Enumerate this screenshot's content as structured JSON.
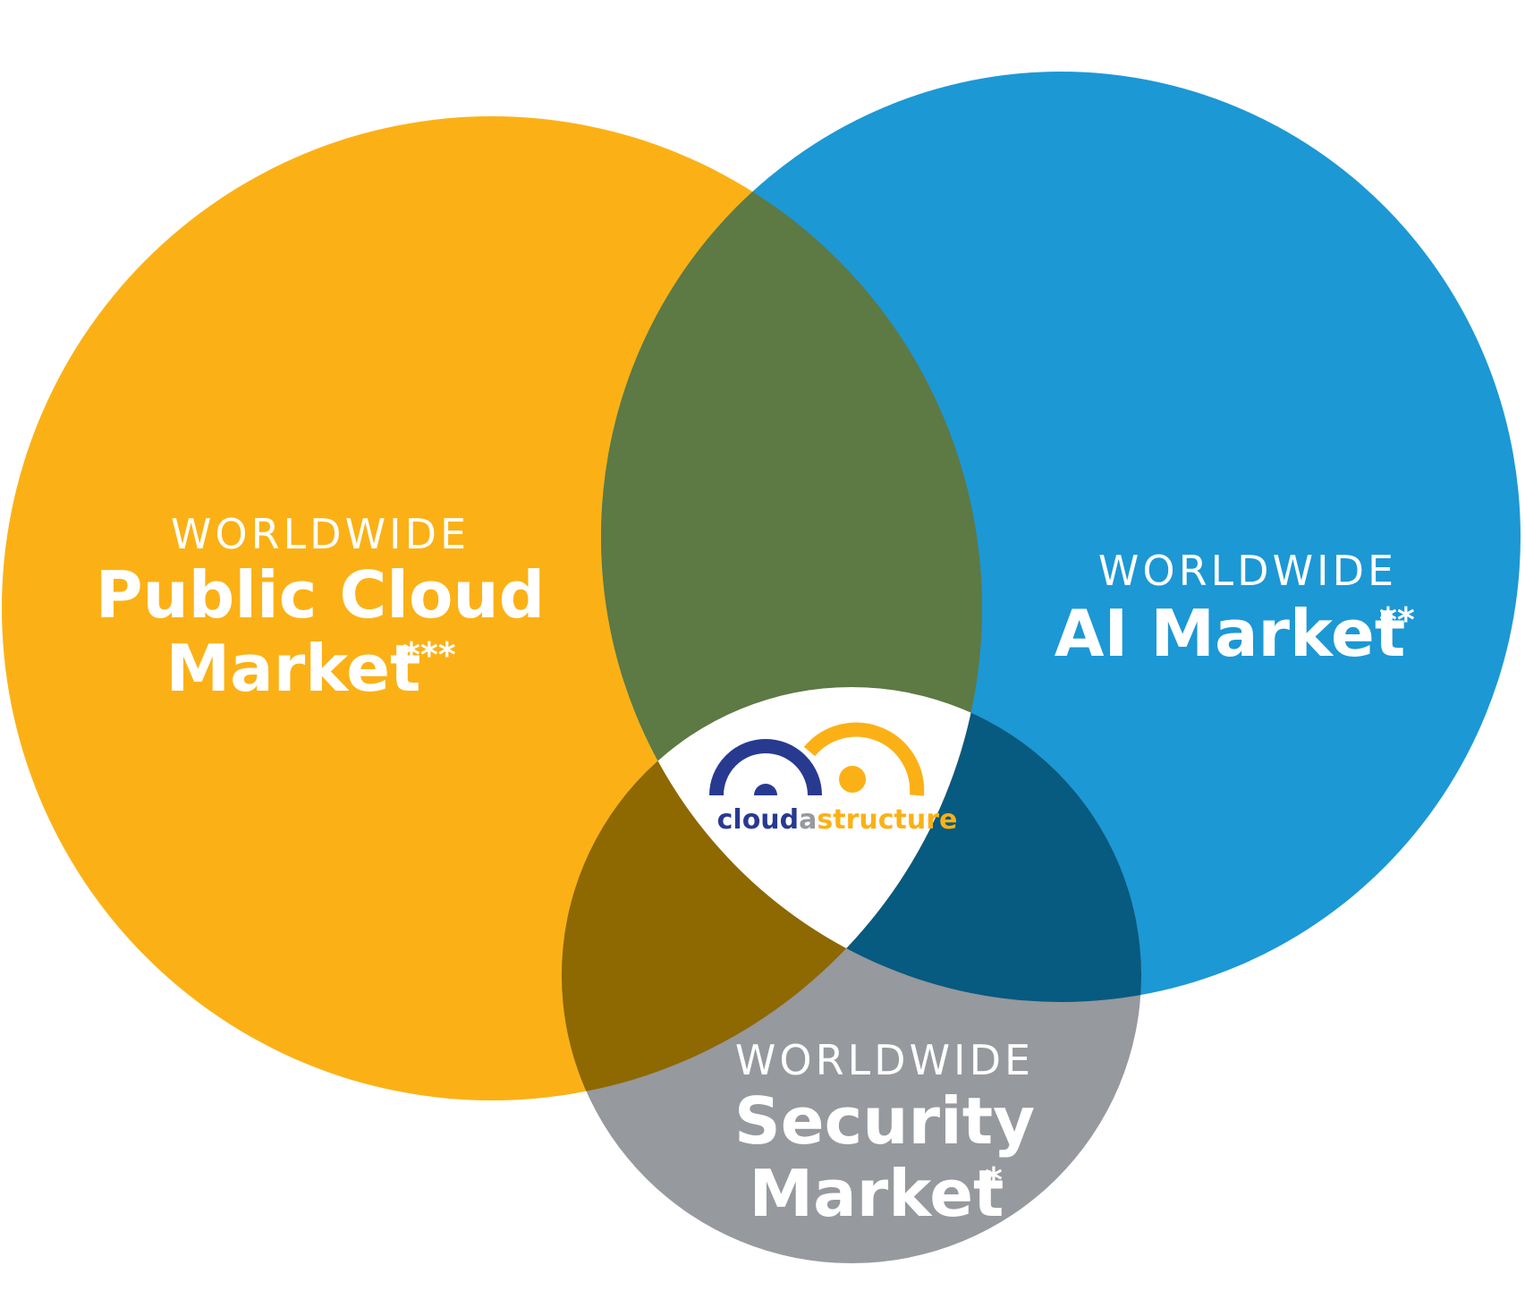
{
  "colors": {
    "public_cloud": "#FBB116",
    "ai": "#1C98D5",
    "security": "#96999D",
    "cloud_ai_overlap": "#5D7944",
    "ai_security_overlap": "#075A80",
    "cloud_security_overlap": "#8E6800",
    "center": "#FFFFFF",
    "text": "#FFFFFF",
    "logo_navy": "#283A90",
    "logo_gold": "#FBB116",
    "logo_gray": "#96999D"
  },
  "diagram": {
    "public_cloud": {
      "kicker": "WORLDWIDE",
      "line1": "Public Cloud",
      "line2": "Market",
      "asterisks": "***"
    },
    "ai": {
      "kicker": "WORLDWIDE",
      "line1": "AI Market",
      "asterisks": "**"
    },
    "security": {
      "kicker": "WORLDWIDE",
      "line1": "Security",
      "line2": "Market",
      "asterisks": "*"
    }
  },
  "logo": {
    "name_part1": "cloud",
    "name_part2": "a",
    "name_part3": "structure",
    "icon": "cloudastructure-arcs-icon"
  }
}
